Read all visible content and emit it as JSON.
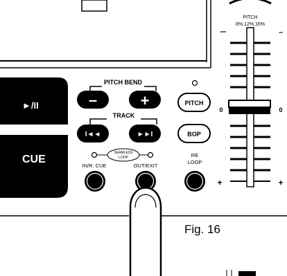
{
  "figure": {
    "caption": "Fig. 16"
  },
  "pitch_slider": {
    "title": "PITCH",
    "ranges": "8%.12%.16%",
    "center_left": "0",
    "center_right": "0",
    "plus_left": "+",
    "plus_right": "+",
    "minus_right": "–"
  },
  "transport": {
    "play_pause": "►/II",
    "cue": "CUE"
  },
  "pitch_bend": {
    "label": "PITCH BEND",
    "minus": "–",
    "plus": "+"
  },
  "track": {
    "label": "TRACK",
    "prev": "I◄◄",
    "next": "►►I"
  },
  "right_buttons": {
    "pitch": "PITCH",
    "bop": "BOP"
  },
  "loop": {
    "seamless_line1": "SEAMLESS",
    "seamless_line2": "LOOP",
    "in_cue": "IN/R. CUE",
    "out_exit": "OUT/EXIT",
    "reloop_line1": "RE",
    "reloop_line2": "LOOP"
  },
  "colors": {
    "ink": "#000000",
    "paper": "#ffffff"
  }
}
